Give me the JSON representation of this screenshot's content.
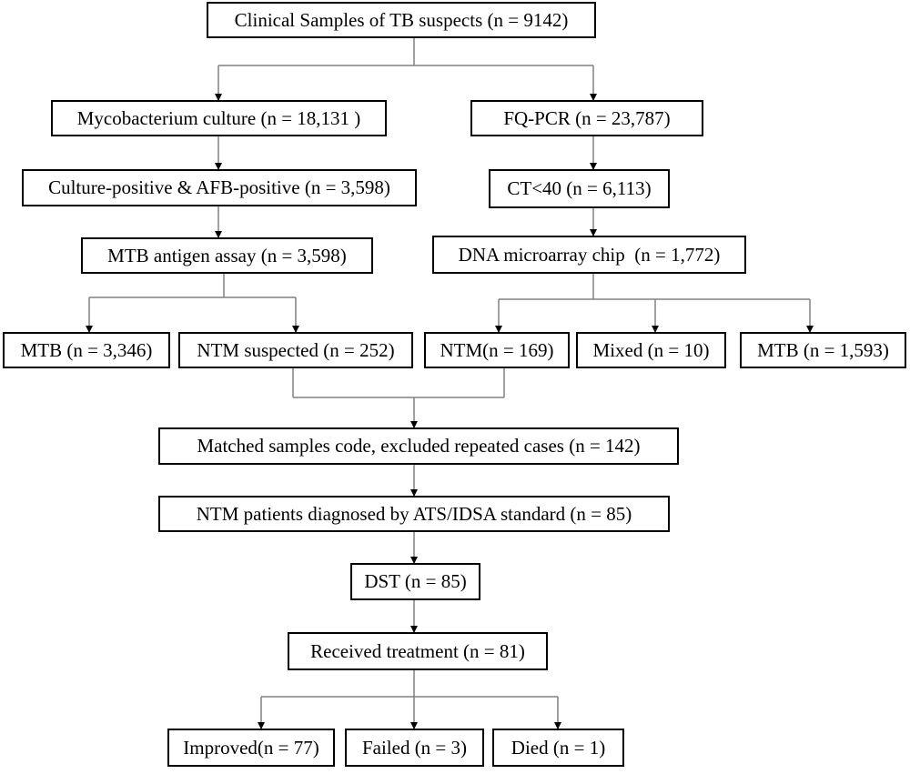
{
  "nodes": {
    "clinical_samples": "Clinical Samples of TB suspects (n = 9142)",
    "myco_culture": "Mycobacterium culture (n = 18,131 )",
    "culture_afb_positive": "Culture-positive & AFB-positive (n = 3,598)",
    "mtb_antigen": "MTB antigen assay (n = 3,598)",
    "mtb_left": "MTB (n = 3,346)",
    "ntm_suspected": "NTM suspected (n = 252)",
    "fq_pcr": "FQ-PCR (n = 23,787)",
    "ct_40": "CT<40 (n = 6,113)",
    "dna_chip": "DNA microarray chip  (n = 1,772)",
    "ntm_chip": "NTM(n = 169)",
    "mixed": "Mixed (n = 10)",
    "mtb_right": "MTB (n = 1,593)",
    "matched": "Matched samples code, excluded repeated cases (n = 142)",
    "ntm_patients": "NTM patients diagnosed by ATS/IDSA standard (n = 85)",
    "dst": "DST (n = 85)",
    "treatment": "Received treatment (n = 81)",
    "improved": "Improved(n = 77)",
    "failed": "Failed (n = 3)",
    "died": "Died (n = 1)"
  },
  "colors": {
    "line": "#808080",
    "border": "#000000",
    "text": "#000000",
    "background": "#ffffff"
  }
}
